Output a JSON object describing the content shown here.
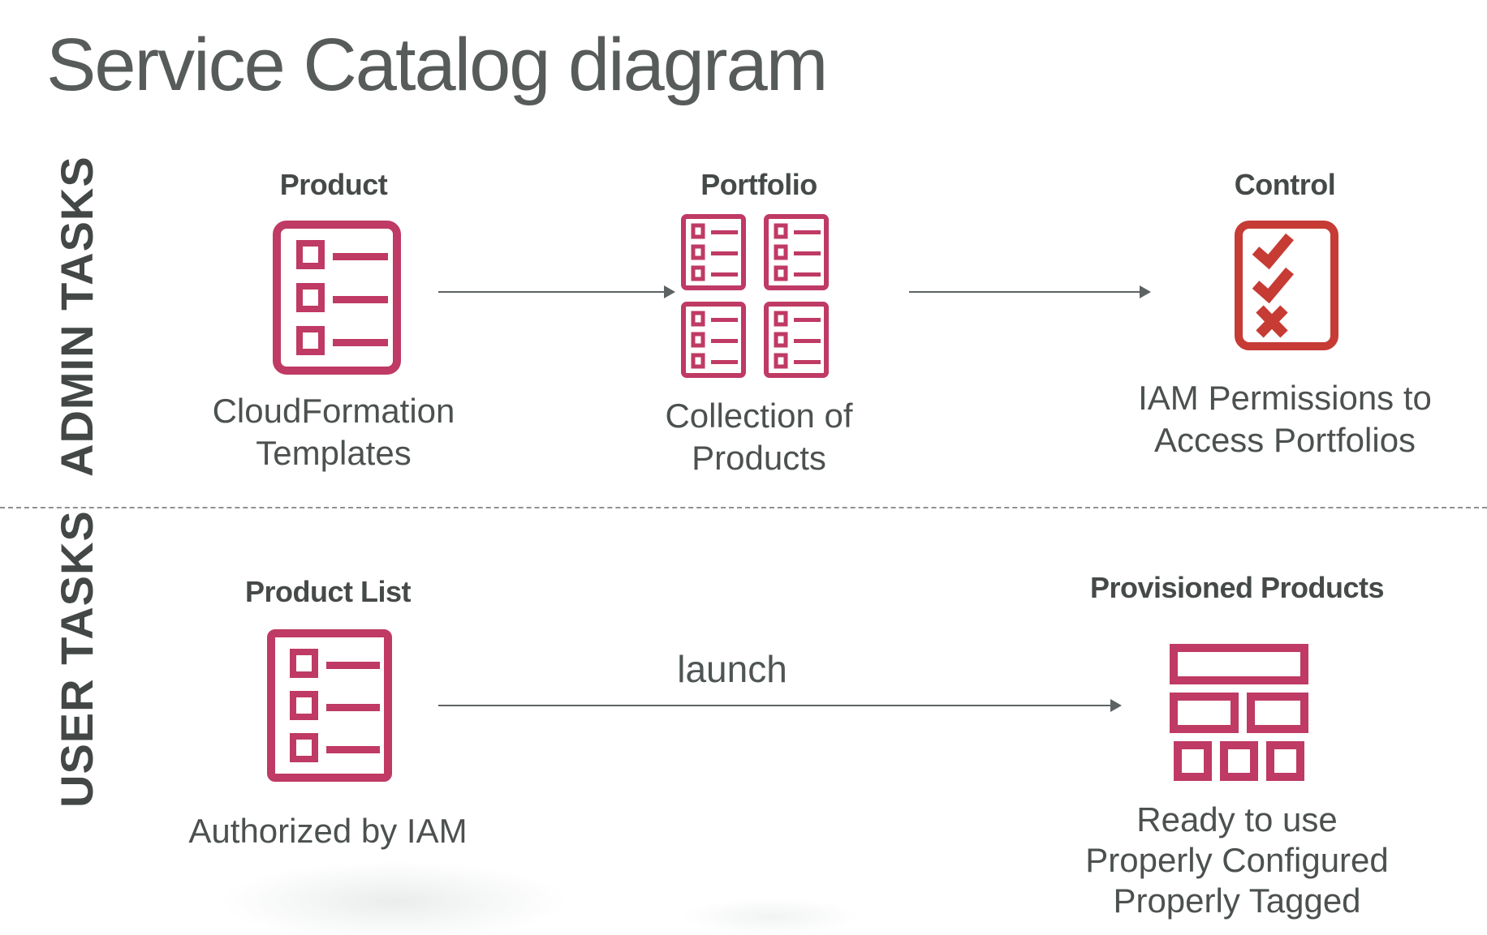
{
  "title": "Service Catalog diagram",
  "colors": {
    "pink_accent": "#bf3a64",
    "red_accent": "#c63b34",
    "heading_text": "#454a49",
    "caption_text": "#4c5150",
    "arrow_line": "#5d6262"
  },
  "admin": {
    "label": "ADMIN TASKS",
    "product": {
      "heading": "Product",
      "caption": "CloudFormation\nTemplates",
      "icon": "product-list-document-icon"
    },
    "portfolio": {
      "heading": "Portfolio",
      "caption": "Collection of Products",
      "icon": "portfolio-documents-grid-icon"
    },
    "control": {
      "heading": "Control",
      "caption": "IAM Permissions to\nAccess Portfolios",
      "icon": "checklist-approval-icon"
    }
  },
  "user": {
    "label": "USER TASKS",
    "launch_label": "launch",
    "product_list": {
      "heading": "Product List",
      "caption": "Authorized by IAM",
      "icon": "product-list-document-icon"
    },
    "provisioned": {
      "heading": "Provisioned Products",
      "caption": "Ready to use\nProperly Configured\nProperly Tagged",
      "icon": "provisioned-stack-bricks-icon"
    }
  }
}
